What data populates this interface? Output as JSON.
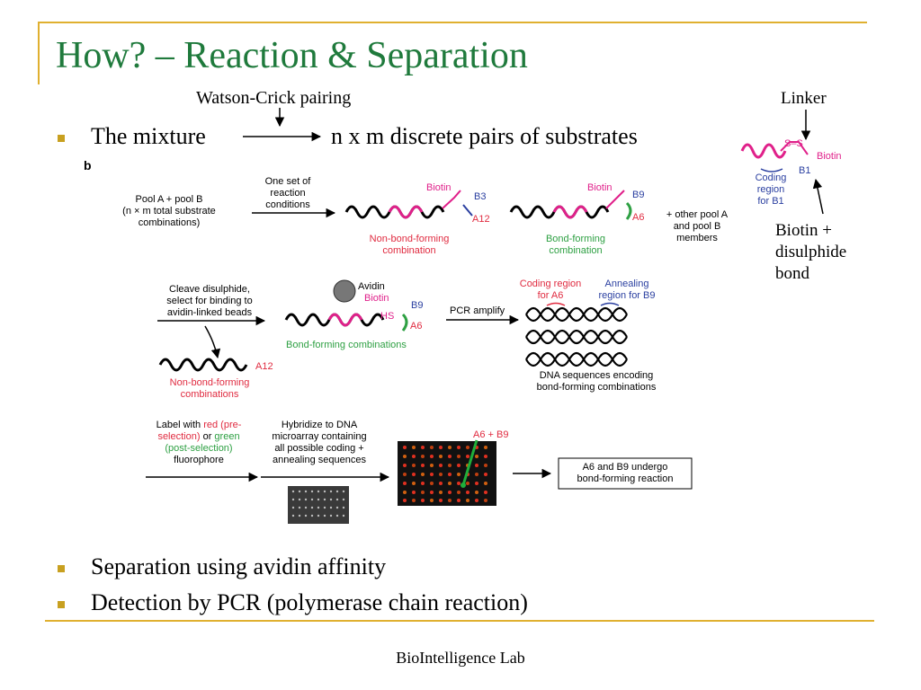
{
  "slide": {
    "title": "How? – Reaction & Separation",
    "footer": "BioIntelligence Lab"
  },
  "annotations": {
    "watson_crick": "Watson-Crick pairing",
    "linker": "Linker",
    "biotin_line1": "Biotin  +",
    "biotin_line2": "disulphide",
    "biotin_line3": "bond"
  },
  "bullets": {
    "mixture_left": "The mixture",
    "mixture_right": "n x m discrete pairs of substrates",
    "separation": "Separation using avidin affinity",
    "detection": "Detection by PCR (polymerase chain reaction)"
  },
  "figure": {
    "panel_label": "b",
    "pool_l1": "Pool A + pool B",
    "pool_l2": "(n × m total substrate",
    "pool_l3": "combinations)",
    "conditions_l1": "One set of",
    "conditions_l2": "reaction",
    "conditions_l3": "conditions",
    "biotin": "Biotin",
    "b3": "B3",
    "a12": "A12",
    "b9": "B9",
    "a6": "A6",
    "nonbond_l1": "Non-bond-forming",
    "nonbond_l2": "combination",
    "bond_l1": "Bond-forming",
    "bond_l2": "combination",
    "other_l1": "+ other pool A",
    "other_l2": "and pool B",
    "other_l3": "members",
    "cleave_l1": "Cleave disulphide,",
    "cleave_l2": "select for binding to",
    "cleave_l3": "avidin-linked beads",
    "avidin": "Avidin",
    "hs": "HS",
    "pcr": "PCR amplify",
    "coding_l1": "Coding region",
    "coding_l2": "for A6",
    "annealing_l1": "Annealing",
    "annealing_l2": "region for B9",
    "bond_combos": "Bond-forming combinations",
    "dna_l1": "DNA sequences encoding",
    "dna_l2": "bond-forming combinations",
    "nonbond_combos_l1": "Non-bond-forming",
    "nonbond_combos_l2": "combinations",
    "label_l1a": "Label with ",
    "label_l1b": "red (pre-",
    "label_l2a": "selection)",
    "label_l2b": " or ",
    "label_l2c": "green",
    "label_l3": "(post-selection)",
    "label_l4": "fluorophore",
    "hyb_l1": "Hybridize to DNA",
    "hyb_l2": "microarray containing",
    "hyb_l3": "all possible coding +",
    "hyb_l4": "annealing sequences",
    "a6b9": "A6 + B9",
    "result_l1": "A6 and B9 undergo",
    "result_l2": "bond-forming reaction",
    "inset_s": "S–S",
    "inset_coding_l1": "Coding",
    "inset_coding_l2": "region",
    "inset_coding_l3": "for B1",
    "inset_biotin": "Biotin",
    "inset_b1": "B1"
  },
  "colors": {
    "title_green": "#1f7a3c",
    "rule_gold": "#e0b030",
    "bullet_gold": "#c8a020",
    "dna_pink": "#e0208a",
    "label_red": "#e02b40",
    "label_green": "#2ea043",
    "label_blue": "#2a3fa0"
  }
}
